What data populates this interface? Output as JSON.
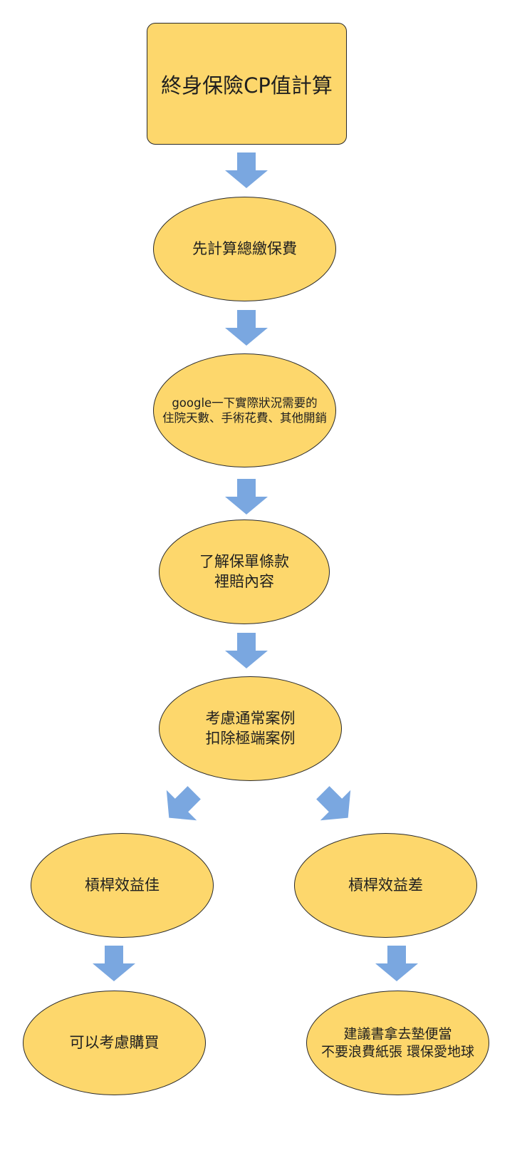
{
  "title": "終身保險CP值計算",
  "steps": {
    "total_premium": "先計算總繳保費",
    "research_line1": "google一下實際狀況需要的",
    "research_line2": "住院天數、手術花費、其他開銷",
    "terms_line1": "了解保單條款",
    "terms_line2": "裡賠內容",
    "cases_line1": "考慮通常案例",
    "cases_line2": "扣除極端案例"
  },
  "branches": {
    "good": "槓桿效益佳",
    "bad": "槓桿效益差"
  },
  "outcomes": {
    "buy": "可以考慮購買",
    "reject_line1": "建議書拿去墊便當",
    "reject_line2": "不要浪費紙張 環保愛地球"
  },
  "colors": {
    "node_fill": "#fdd76c",
    "node_border": "#2a2a2a",
    "arrow": "#7aa7e0"
  }
}
